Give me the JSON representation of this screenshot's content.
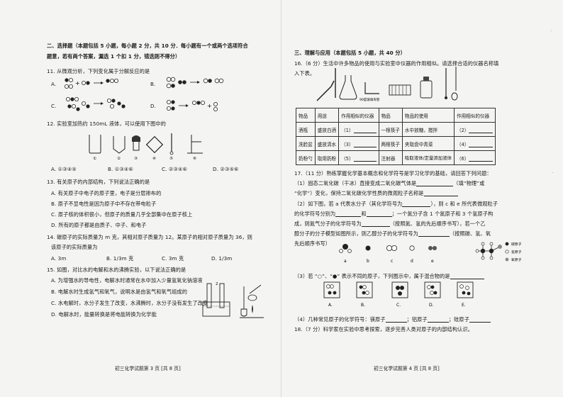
{
  "left": {
    "sec_title": "二、选择题（本题包括 5 小题，每小题 2 分，共 10 分．每小题有一个或两个选项符合",
    "sec_title2": "题意，若有两个答案，漏选 1 个扣 1 分，错选则不得分）",
    "q11": "11. 从微观分析，下列变化属于分解反应的是",
    "q11A": "A.",
    "q11B": "B.",
    "q11C": "C.",
    "q11D": "D.",
    "q12": "12. 实验室加热约 150mL 液体，可以使用下图中的",
    "fig12_labels": [
      "①",
      "②",
      "③",
      "④",
      "⑤",
      "⑥"
    ],
    "q12opts": [
      "A. ①③④⑤",
      "B. ①③④⑥",
      "C. ②③④⑥",
      "D. ②③⑤⑥"
    ],
    "q13": "13. 有关原子的内部结构，下列说法正确的是",
    "q13A": "A. 有关原子中电子的原子里，电子是分层排布的",
    "q13B": "B. 原子不显电性是因为原子中不存在带电粒子",
    "q13C": "C. 原子核的体积很小，但原子的质量几乎全部集中在原子核上",
    "q13D": "D. 所有的原子都是由质子、中子、和电子",
    "q14": "14. 碳原子的实际质量为 m 克，其相对原子质量为 12。某原子的相对原子质量为 36，则",
    "q14b": "该原子的实际质量为",
    "q14A": "A. 3m",
    "q14B": "B. 1/3m 克",
    "q14C": "C. 3m 克",
    "q14D": "D. 1/3m",
    "q15": "15. 如图，对比水的电解和水的沸腾实验，以下说法正确的是",
    "q15A": "A. 为增强水的导电性，电解水时通常在水中加入少量氢氧化钠溶液",
    "q15B": "B. 电解水时生成氢气和氧气，说明水是由氢气和氧气组成的",
    "q15C": "C. 水电解时，水分子发生了改变，水沸腾时，水分子没有发生了改变",
    "q15D": "D. 电解水时，能量转换是将电能转换为化学能",
    "footer": "初三化学试题第 3 页 [共 8 页]"
  },
  "right": {
    "sec_title": "三、理解与应用（本题包括 5 小题，共 40 分）",
    "q16": "16.（6 分）生活中许多物品的使用与实验室中仪器的作用相似。请选择合适的仪器名称填",
    "q16b": "入下表。",
    "fig16_label": "90度玻璃弯管",
    "table": {
      "header": [
        "物品",
        "用途",
        "作用相似的仪器",
        "物品",
        "物品的使用",
        "作用相似的仪器"
      ],
      "rows": [
        [
          "酒瓶",
          "盛放白酒",
          "（1）",
          "一根筷子",
          "水中放糖，搅拌",
          "（2）"
        ],
        [
          "洗脸盆",
          "盛放清水",
          "（3）",
          "两根筷子",
          "夹取盘中青菜",
          "（4）"
        ],
        [
          "奶粉勺",
          "取用奶粉",
          "（5）",
          "注射器",
          "吸取液体/定量添加液体",
          "（6）"
        ]
      ]
    },
    "q17": "17.（11 分）熟练掌握化学基本概念和化学符号是学习化学的基础，请回答下列问题：",
    "q17_1": "（1）固态二氧化碳（干冰）直接变成二氧化碳气体是",
    "q17_1b": "（填“物理”或",
    "q17_1c": "“化学”）变化，保持二氧化碳化学性质的微观粒子名称是",
    "q17_2": "（2）如下图，若 a 代表水分子（其化学符号为",
    "q17_2b": "），则 c 和 e 所代表微观粒子",
    "q17_2c": "的化学符号分别为",
    "q17_2d": "和",
    "q17_2e": "；一个氮分子含 1 个氮原子和 3 个氢原子构",
    "q17_2f": "成，则氮气分子的化学符号为",
    "q17_2g": "（按照氮、氢的先后顺序书写），若一个乙",
    "q17_2h": "醇分子的分子模型如图所示，则乙醇分子的化学符号为",
    "q17_2i": "（按照碳、氢、氧",
    "q17_2j": "先后顺序书写）",
    "fig17_labels": [
      "a",
      "b",
      "c",
      "d",
      "e"
    ],
    "legend": [
      "碳原子",
      "氢原子",
      "氧原子"
    ],
    "q17_3": "（3）若 “○”、“●” 表示不同的原子，下列图示中，属于混合物的是",
    "fig17_3_labels": [
      "A.",
      "B.",
      "C.",
      "D.",
      "E."
    ],
    "q17_4": "（4）几种常见原子的化学符号：镁原子",
    "q17_4b": "；铝原子",
    "q17_4c": "；硅原子",
    "q18": "18.（7 分）科学家在实验中思考探索，逐步完善人类对原子的内部结构认识。",
    "footer": "初三化学试题第 4 页 [共 8 页]"
  }
}
